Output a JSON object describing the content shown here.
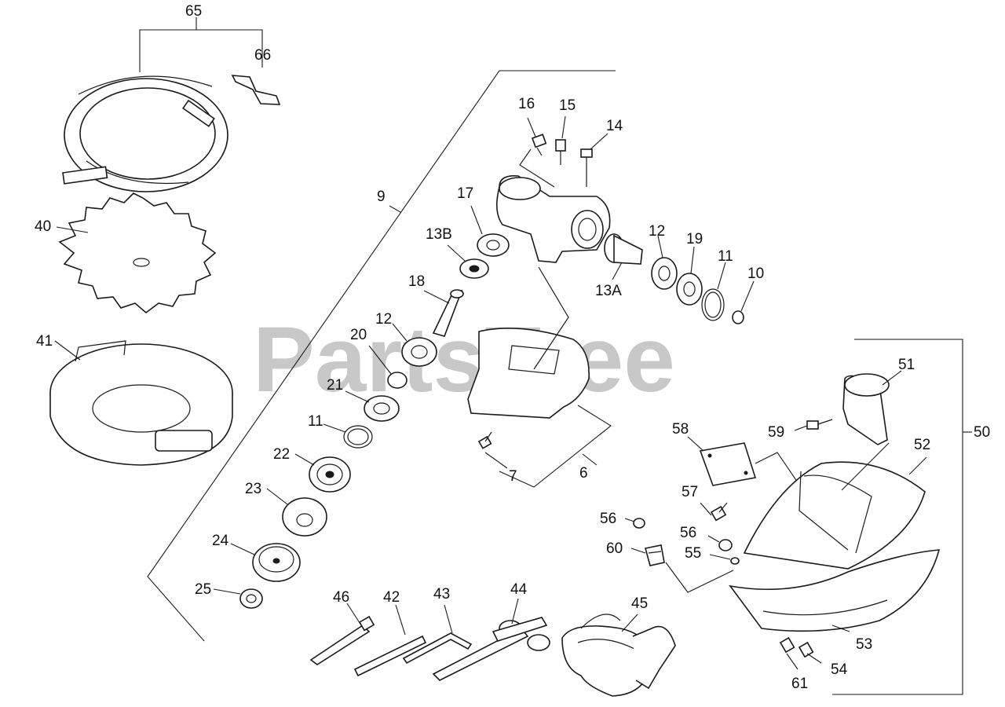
{
  "watermark": "PartsTree",
  "callouts": {
    "c65": "65",
    "c66": "66",
    "c40": "40",
    "c41": "41",
    "c9": "9",
    "c16": "16",
    "c15": "15",
    "c14": "14",
    "c17": "17",
    "c13b": "13B",
    "c18": "18",
    "c12a": "12",
    "c12b": "12",
    "c19": "19",
    "c11a": "11",
    "c10": "10",
    "c13a": "13A",
    "c20": "20",
    "c21": "21",
    "c11b": "11",
    "c22": "22",
    "c23": "23",
    "c24": "24",
    "c25": "25",
    "c7": "7",
    "c6": "6",
    "c50": "50",
    "c51": "51",
    "c59": "59",
    "c58": "58",
    "c52": "52",
    "c57": "57",
    "c56a": "56",
    "c60": "60",
    "c56b": "56",
    "c55": "55",
    "c53": "53",
    "c54": "54",
    "c61": "61",
    "c46": "46",
    "c42": "42",
    "c43": "43",
    "c44": "44",
    "c45": "45"
  }
}
